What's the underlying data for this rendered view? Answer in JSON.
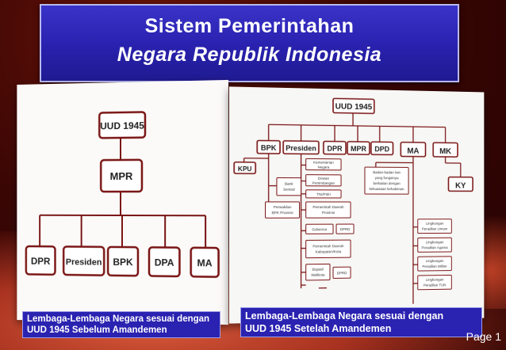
{
  "title": {
    "line1": "Sistem Pemerintahan",
    "line2": "Negara Republik Indonesia"
  },
  "before": {
    "root": "UUD 1945",
    "mid": "MPR",
    "leaves": [
      "DPR",
      "Presiden",
      "BPK",
      "DPA",
      "MA"
    ],
    "caption_line1": "Lembaga-Lembaga Negara sesuai dengan",
    "caption_line2": "UUD 1945 Sebelum Amandemen"
  },
  "after": {
    "root": "UUD 1945",
    "level1": [
      "BPK",
      "Presiden",
      "DPR",
      "MPR",
      "DPD",
      "MA",
      "MK"
    ],
    "kpu": "KPU",
    "ky": "KY",
    "kementerian": [
      "Kementerian",
      "Negara"
    ],
    "dewan": [
      "Dewan",
      "Pertimbangan"
    ],
    "tni_polri": "TNI/Polri",
    "bank": [
      "Bank",
      "Sentral"
    ],
    "perwakilan": [
      "Perwakilan",
      "BPK Provinsi"
    ],
    "pemda_prov": [
      "Pemerintah Daerah",
      "Provinsi"
    ],
    "gubernur": "Gubernur",
    "dprd1": "DPRD",
    "pemda_kab": [
      "Pemerintah Daerah",
      "Kabupaten/Kota"
    ],
    "bupati": [
      "Bupati/",
      "Walikota"
    ],
    "dprd2": "DPRD",
    "badan": [
      "Badan-badan lain",
      "yang fungsinya",
      "berkaitan dengan",
      "kekuasaan kehakiman"
    ],
    "lingkungan": [
      [
        "Lingkungan",
        "Peradilan Umum"
      ],
      [
        "Lingkungan",
        "Peradilan Agama"
      ],
      [
        "Lingkungan",
        "Peradilan Militer"
      ],
      [
        "Lingkungan",
        "Peradilan TUN"
      ]
    ],
    "caption_line1": "Lembaga-Lembaga Negara sesuai dengan",
    "caption_line2": "UUD 1945 Setelah Amandemen"
  },
  "page_label": "Page 1",
  "colors": {
    "title_bg": "#2a22b0",
    "box_stroke": "#8a1a1a",
    "box_fill": "#ffffff"
  }
}
